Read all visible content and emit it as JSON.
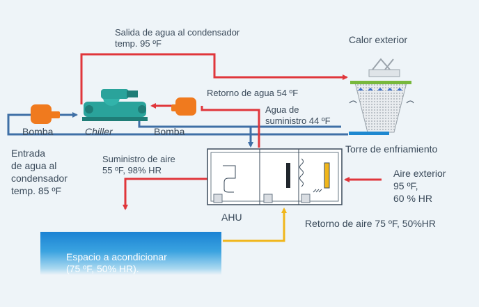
{
  "labels": {
    "condenser_out": "Salida de agua al condensador\ntemp. 95 ºF",
    "heat_out": "Calor exterior",
    "water_return": "Retorno de agua 54 ºF",
    "water_supply": "Agua de\nsuministro 44 ºF",
    "pump_left": "Bomba",
    "chiller": "Chiller",
    "pump_right": "Bomba",
    "tower": "Torre de enfriamiento",
    "condenser_in": "Entrada\nde agua al\ncondensador\ntemp. 85 ºF",
    "air_supply": "Suministro de aire\n55 ºF, 98% HR",
    "outside_air": "Aire exterior\n95 ºF,\n60 % HR",
    "ahu": "AHU",
    "air_return": "Retorno de aire 75 ºF, 50%HR",
    "space": "Espacio a acondicionar\n(75 ºF, 50% HR)."
  },
  "colors": {
    "red_line": "#e0363b",
    "blue_line": "#3f6fa6",
    "yellow_line": "#f0b61b",
    "pump_orange": "#f07a1e",
    "chiller_teal": "#2aa39b",
    "tower_green": "#78b83c",
    "tower_blue": "#1e88d0"
  }
}
